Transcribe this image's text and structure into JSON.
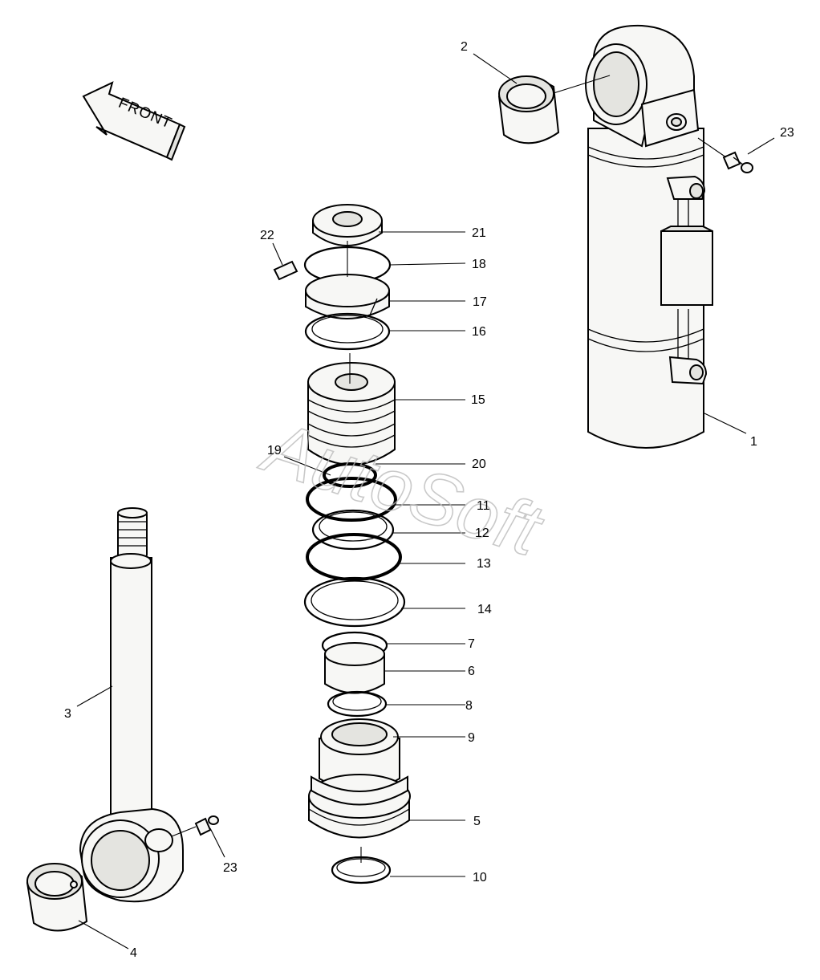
{
  "direction_arrow": {
    "label": "FRONT"
  },
  "watermark": {
    "text": "AutoSoft"
  },
  "callouts": [
    {
      "id": "c1",
      "label": "1"
    },
    {
      "id": "c2",
      "label": "2"
    },
    {
      "id": "c3",
      "label": "3"
    },
    {
      "id": "c4",
      "label": "4"
    },
    {
      "id": "c5",
      "label": "5"
    },
    {
      "id": "c6",
      "label": "6"
    },
    {
      "id": "c7",
      "label": "7"
    },
    {
      "id": "c8",
      "label": "8"
    },
    {
      "id": "c9",
      "label": "9"
    },
    {
      "id": "c10",
      "label": "10"
    },
    {
      "id": "c11",
      "label": "11"
    },
    {
      "id": "c12",
      "label": "12"
    },
    {
      "id": "c13",
      "label": "13"
    },
    {
      "id": "c14",
      "label": "14"
    },
    {
      "id": "c15",
      "label": "15"
    },
    {
      "id": "c16",
      "label": "16"
    },
    {
      "id": "c17",
      "label": "17"
    },
    {
      "id": "c18",
      "label": "18"
    },
    {
      "id": "c19",
      "label": "19"
    },
    {
      "id": "c20",
      "label": "20"
    },
    {
      "id": "c21",
      "label": "21"
    },
    {
      "id": "c22",
      "label": "22"
    },
    {
      "id": "c23a",
      "label": "23"
    },
    {
      "id": "c23b",
      "label": "23"
    }
  ]
}
